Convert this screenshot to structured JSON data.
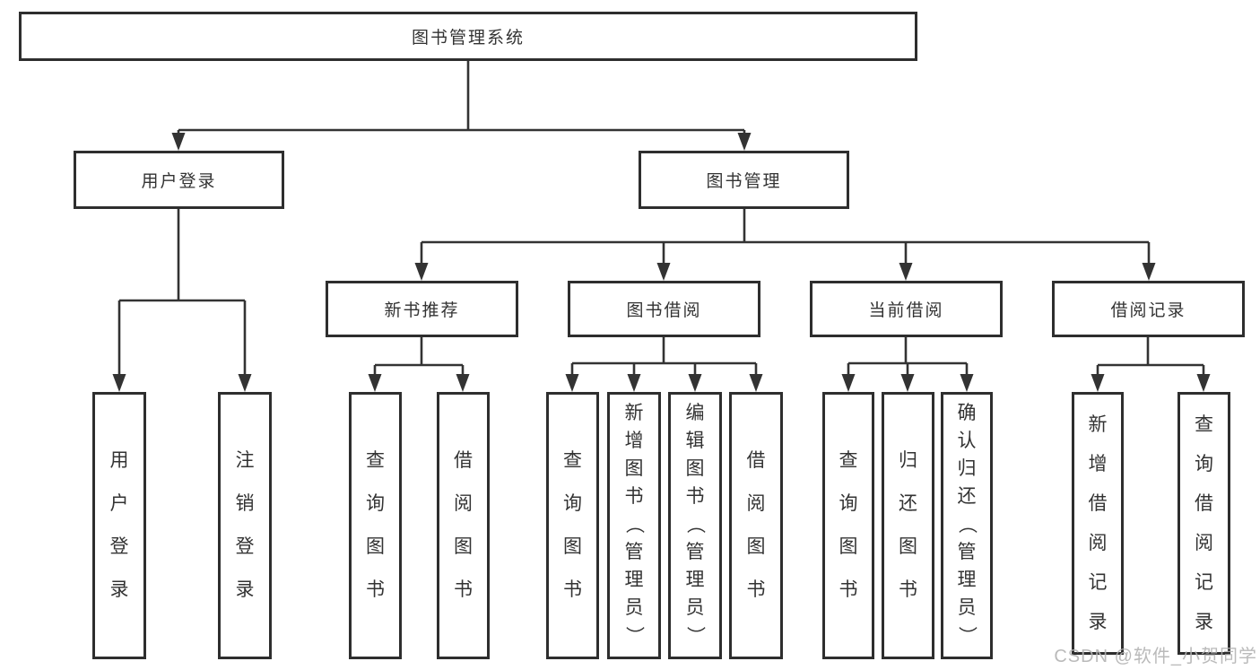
{
  "diagram": {
    "title": "图书管理系统",
    "watermark": "CSDN @软件_小贺同学",
    "colors": {
      "line": "#333333",
      "box_border": "#2e2e2e",
      "text": "#333333",
      "watermark": "#b3b3b3",
      "background": "#ffffff"
    },
    "nodes": [
      {
        "id": "system",
        "label": "图书管理系统",
        "parent": null
      },
      {
        "id": "user-login",
        "label": "用户登录",
        "parent": "system"
      },
      {
        "id": "book-mgmt",
        "label": "图书管理",
        "parent": "system"
      },
      {
        "id": "new-books",
        "label": "新书推荐",
        "parent": "book-mgmt"
      },
      {
        "id": "book-borrow",
        "label": "图书借阅",
        "parent": "book-mgmt"
      },
      {
        "id": "current-borrow",
        "label": "当前借阅",
        "parent": "book-mgmt"
      },
      {
        "id": "borrow-records",
        "label": "借阅记录",
        "parent": "book-mgmt"
      },
      {
        "id": "leaf-user-login",
        "label": "用户登录",
        "parent": "user-login"
      },
      {
        "id": "leaf-logout",
        "label": "注销登录",
        "parent": "user-login"
      },
      {
        "id": "leaf-query-books-1",
        "label": "查询图书",
        "parent": "new-books"
      },
      {
        "id": "leaf-borrow-books-1",
        "label": "借阅图书",
        "parent": "new-books"
      },
      {
        "id": "leaf-query-books-2",
        "label": "查询图书",
        "parent": "book-borrow"
      },
      {
        "id": "leaf-add-books",
        "label": "新增图书（管理员）",
        "parent": "book-borrow"
      },
      {
        "id": "leaf-edit-books",
        "label": "编辑图书（管理员）",
        "parent": "book-borrow"
      },
      {
        "id": "leaf-borrow-books-2",
        "label": "借阅图书",
        "parent": "book-borrow"
      },
      {
        "id": "leaf-query-books-3",
        "label": "查询图书",
        "parent": "current-borrow"
      },
      {
        "id": "leaf-return-books",
        "label": "归还图书",
        "parent": "current-borrow"
      },
      {
        "id": "leaf-confirm-return",
        "label": "确认归还（管理员）",
        "parent": "current-borrow"
      },
      {
        "id": "leaf-add-record",
        "label": "新增借阅记录",
        "parent": "borrow-records"
      },
      {
        "id": "leaf-query-record",
        "label": "查询借阅记录",
        "parent": "borrow-records"
      }
    ]
  }
}
